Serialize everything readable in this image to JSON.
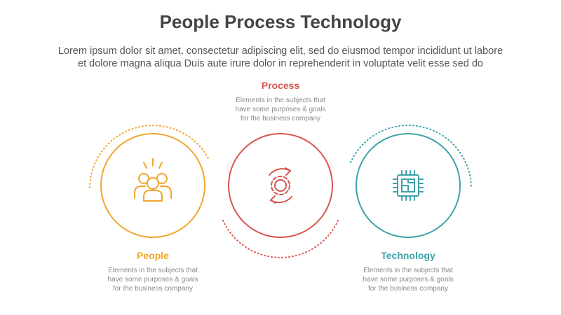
{
  "title": "People Process Technology",
  "subtitle": {
    "line1": "Lorem ipsum dolor sit amet, consectetur adipiscing elit, sed do eiusmod tempor incididunt ut labore",
    "line2": "et dolore magna aliqua Duis aute irure dolor in reprehenderit in voluptate velit esse sed do"
  },
  "watermark": "dreamstime",
  "items": [
    {
      "label": "People",
      "desc": [
        "Elements in the subjects that",
        "have  some purposes & goals",
        "for the  business company"
      ],
      "icon": "people-icon",
      "color": "#F2A62D"
    },
    {
      "label": "Process",
      "desc": [
        "Elements in the subjects that",
        "have  some purposes & goals",
        "for the  business company"
      ],
      "icon": "gear-cycle-icon",
      "color": "#D9554F"
    },
    {
      "label": "Technology",
      "desc": [
        "Elements in the subjects that",
        "have  some purposes & goals",
        "for the  business company"
      ],
      "icon": "chip-icon",
      "color": "#3EA3A8"
    }
  ]
}
